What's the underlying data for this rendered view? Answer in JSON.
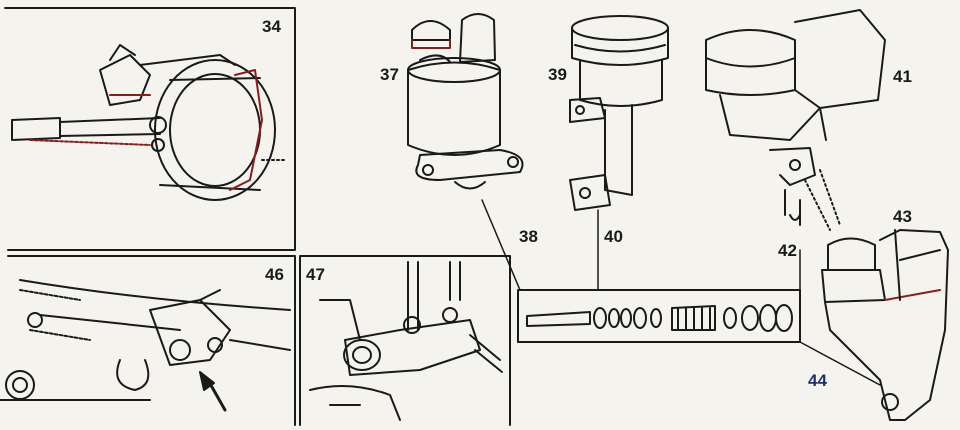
{
  "labels": {
    "l34": "34",
    "l37": "37",
    "l39": "39",
    "l41": "41",
    "l38": "38",
    "l40": "40",
    "l42": "42",
    "l43": "43",
    "l44": "44",
    "l46": "46",
    "l47": "47"
  },
  "colors": {
    "ink": "#1a1a1a",
    "paper": "#f4f3ee",
    "accent_red": "#8a1c1c",
    "label_blue": "#1f2f6e"
  }
}
